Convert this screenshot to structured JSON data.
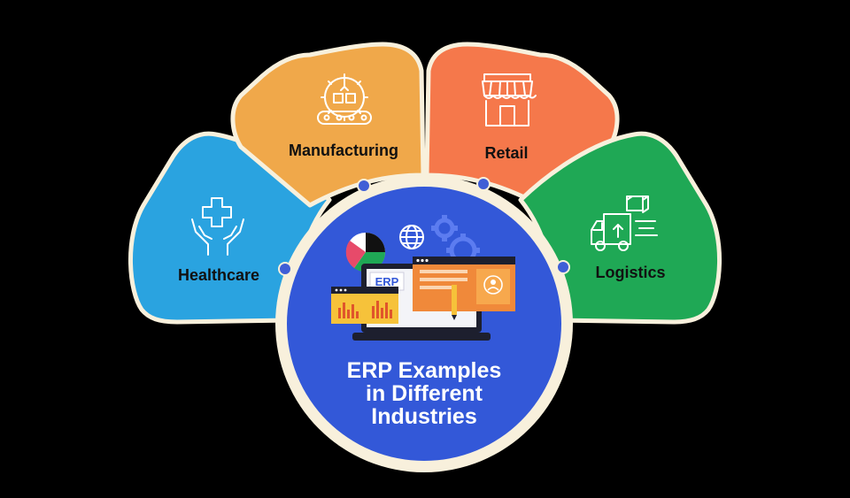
{
  "diagram": {
    "center": {
      "title_lines": [
        "ERP Examples",
        "in Different",
        "Industries"
      ],
      "screen_label": "ERP"
    },
    "industries": [
      {
        "label": "Healthcare",
        "color": "#2aa3e0",
        "icon": "hands-medical-cross-icon"
      },
      {
        "label": "Manufacturing",
        "color": "#f0a84a",
        "icon": "factory-conveyor-gear-icon"
      },
      {
        "label": "Retail",
        "color": "#f5784b",
        "icon": "storefront-icon"
      },
      {
        "label": "Logistics",
        "color": "#1fa855",
        "icon": "delivery-truck-icon"
      }
    ],
    "colors": {
      "background": "#000000",
      "outline": "#f8f0dc",
      "center_fill": "#3358d8",
      "connector_dot": "#3f5ed6"
    }
  }
}
